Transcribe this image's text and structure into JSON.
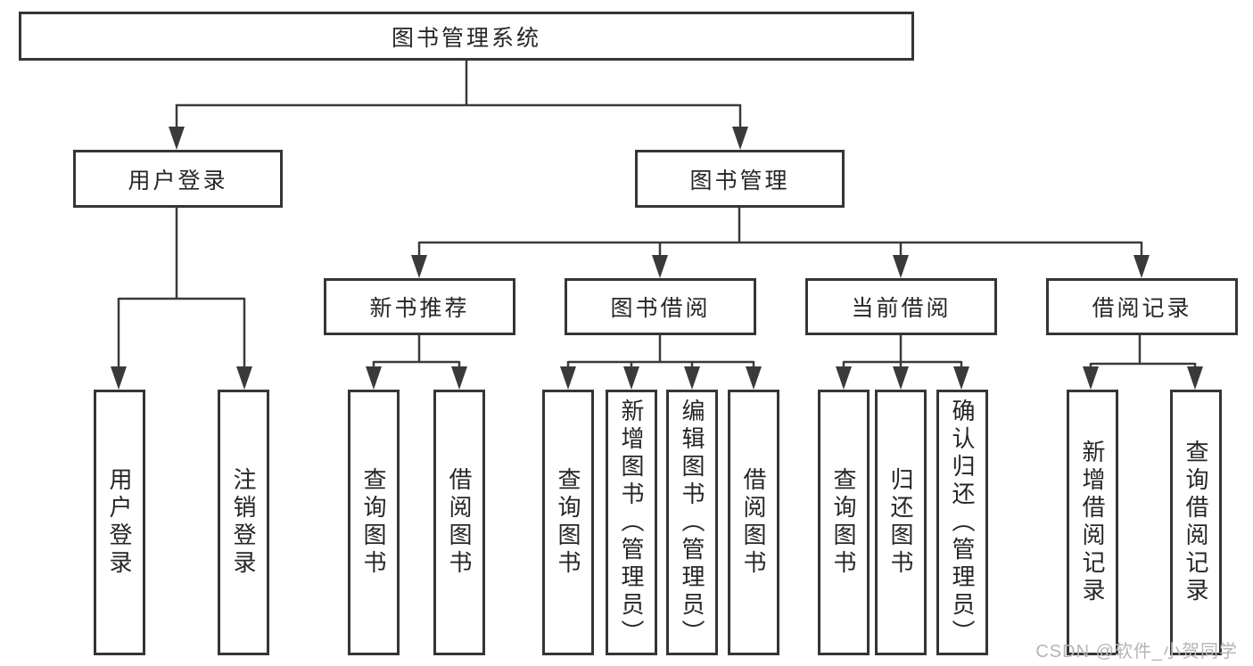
{
  "colors": {
    "line": "#3a3a3a",
    "border": "#353535",
    "box_bg": "#ffffff",
    "text": "#262626",
    "watermark": "#b5b5b5"
  },
  "diagram": {
    "root": {
      "label": "图书管理系统"
    },
    "branches": [
      {
        "label": "用户登录",
        "children": [
          {
            "label": "用户登录"
          },
          {
            "label": "注销登录"
          }
        ]
      },
      {
        "label": "图书管理",
        "children": [
          {
            "label": "新书推荐",
            "children": [
              {
                "label": "查询图书"
              },
              {
                "label": "借阅图书"
              }
            ]
          },
          {
            "label": "图书借阅",
            "children": [
              {
                "label": "查询图书"
              },
              {
                "label": "新增图书（管理员）"
              },
              {
                "label": "编辑图书（管理员）"
              },
              {
                "label": "借阅图书"
              }
            ]
          },
          {
            "label": "当前借阅",
            "children": [
              {
                "label": "查询图书"
              },
              {
                "label": "归还图书"
              },
              {
                "label": "确认归还（管理员）"
              }
            ]
          },
          {
            "label": "借阅记录",
            "children": [
              {
                "label": "新增借阅记录"
              },
              {
                "label": "查询借阅记录"
              }
            ]
          }
        ]
      }
    ]
  },
  "watermark": {
    "text": "CSDN @软件_小贺同学"
  }
}
